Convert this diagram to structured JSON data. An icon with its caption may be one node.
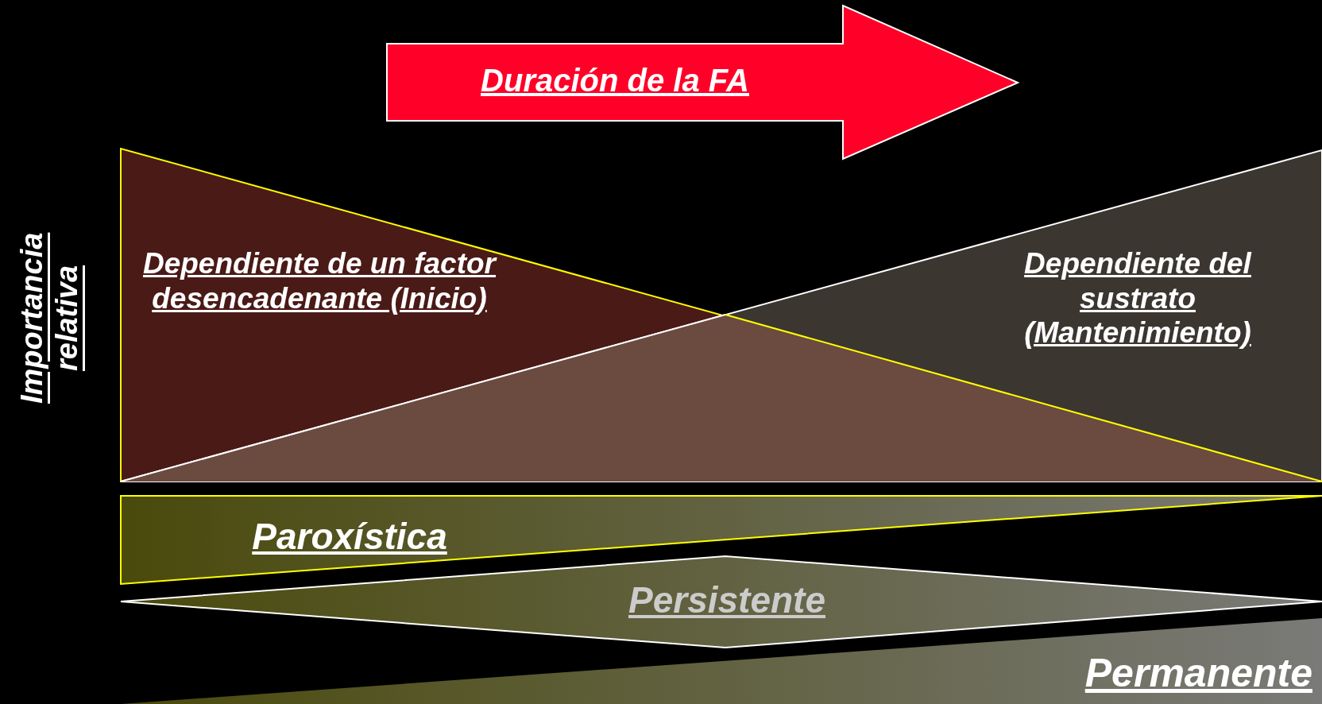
{
  "diagram": {
    "nodes": [
      {
        "text": [
          "Duración de la FA"
        ]
      },
      {
        "text": [
          "Dependiente de un factor desencadenante (Inicio)"
        ]
      },
      {
        "text": [
          "Dependiente del sustrato (Mantenimiento)"
        ]
      },
      {
        "text": [
          "Paroxística"
        ]
      },
      {
        "text": [
          "Persistente"
        ]
      },
      {
        "text": [
          "Permanente"
        ]
      }
    ],
    "labels": [
      "Importancia relativa"
    ]
  }
}
